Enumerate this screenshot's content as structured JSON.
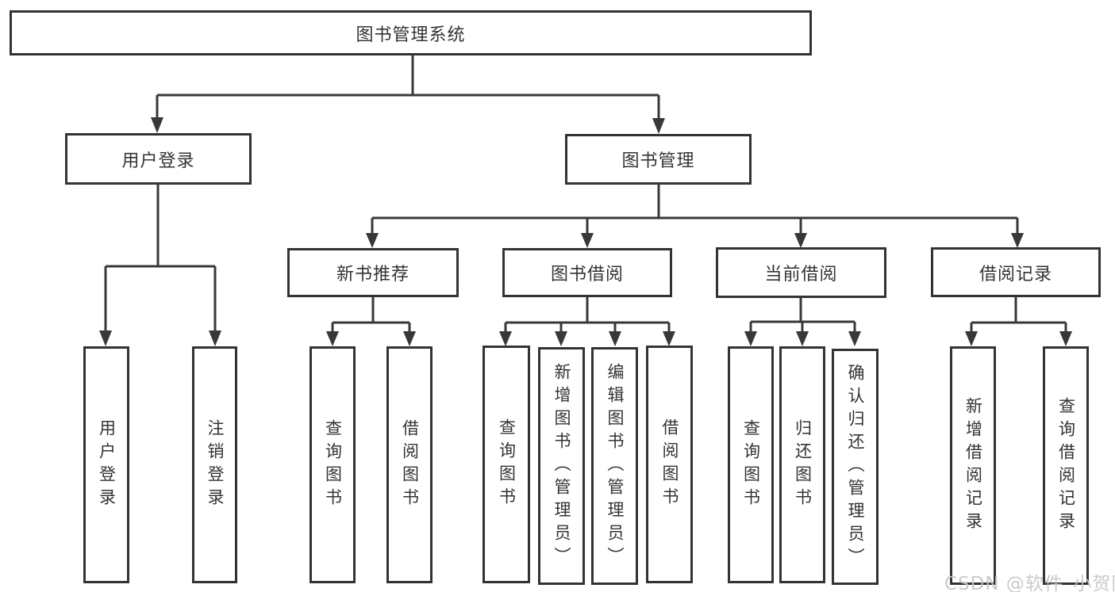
{
  "diagram": {
    "root": {
      "label": "图书管理系统"
    },
    "branches": [
      {
        "label": "用户登录",
        "children": [
          {
            "label": "用户登录"
          },
          {
            "label": "注销登录"
          }
        ]
      },
      {
        "label": "图书管理",
        "children": [
          {
            "label": "新书推荐",
            "children": [
              {
                "label": "查询图书"
              },
              {
                "label": "借阅图书"
              }
            ]
          },
          {
            "label": "图书借阅",
            "children": [
              {
                "label": "查询图书"
              },
              {
                "label": "新增图书（管理员）"
              },
              {
                "label": "编辑图书（管理员）"
              },
              {
                "label": "借阅图书"
              }
            ]
          },
          {
            "label": "当前借阅",
            "children": [
              {
                "label": "查询图书"
              },
              {
                "label": "归还图书"
              },
              {
                "label": "确认归还（管理员）"
              }
            ]
          },
          {
            "label": "借阅记录",
            "children": [
              {
                "label": "新增借阅记录"
              },
              {
                "label": "查询借阅记录"
              }
            ]
          }
        ]
      }
    ]
  },
  "watermark": {
    "text": "CSDN @软件_小贺同学"
  },
  "colors": {
    "line": "#383838",
    "box_border": "#333333",
    "text": "#333333",
    "background": "#ffffff",
    "watermark": "#c6c6c6"
  }
}
